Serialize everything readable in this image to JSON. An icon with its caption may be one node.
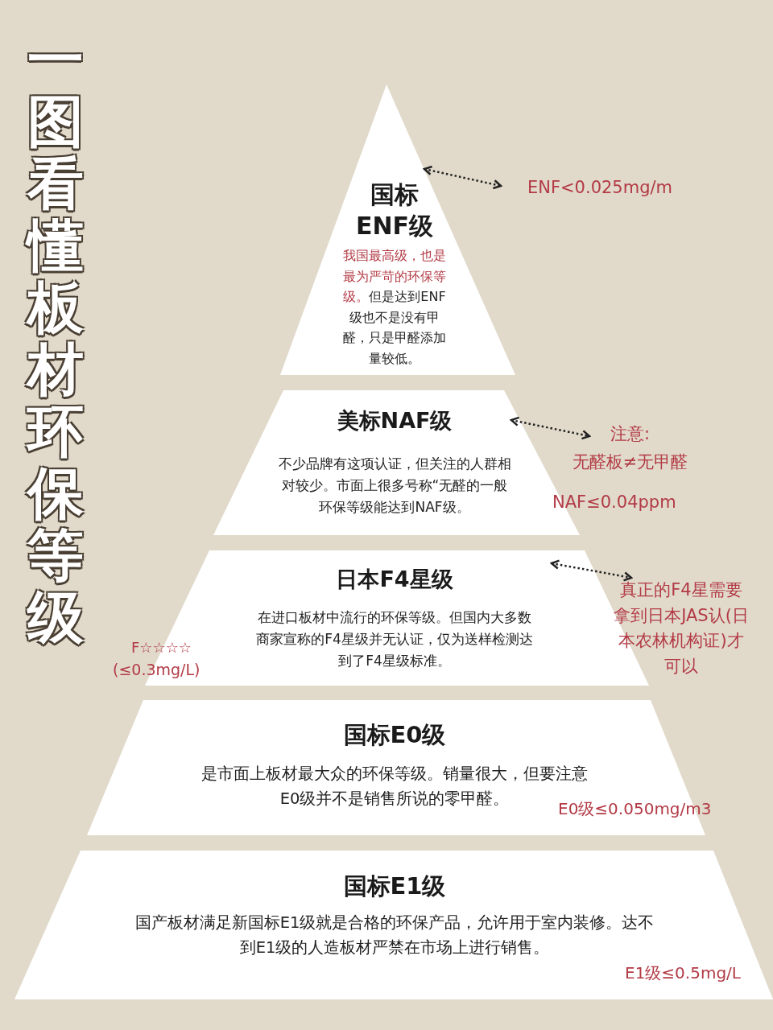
{
  "diagram": {
    "title": "一图看懂板材环保等级",
    "nodes": [
      {
        "text": [
          "国标ENF级",
          "我国最高级，也是最为严苛的环保等级。",
          "但是达到ENF级也不是没有甲醛，只是甲醛添加量较低。"
        ]
      },
      {
        "text": [
          "美标NAF级",
          "不少品牌有这项认证，但关注的人群相对较少。市面上很多号称“无醛的一般环保等级能达到NAF级。"
        ]
      },
      {
        "text": [
          "日本F4星级",
          "在进口板材中流行的环保等级。但国内大多数商家宣称的F4星级并无认证，仅为送样检测达到了F4星级标准。"
        ]
      },
      {
        "text": [
          "国标E0级",
          "是市面上板材最大众的环保等级。销量很大，但要注意E0级并不是销售所说的零甲醛。"
        ]
      },
      {
        "text": [
          "国标E1级",
          "国产板材满足新国标E1级就是合格的环保产品，允许用于室内装修。达不到E1级的人造板材严禁在市场上进行销售。"
        ]
      },
      {
        "text": [
          "ENF<0.025mg/m"
        ]
      },
      {
        "text": [
          "注意:",
          "无醛板≠无甲醛"
        ]
      },
      {
        "text": [
          "真正的F4星需要拿到日本JAS认(日本农林机构证)才可以"
        ]
      }
    ],
    "edges": [
      {
        "from": 0,
        "to": 5,
        "arrow": "both",
        "style": "dashed"
      },
      {
        "from": 1,
        "to": 6,
        "arrow": "both",
        "style": "dashed"
      },
      {
        "from": 2,
        "to": 7,
        "arrow": "both",
        "style": "dashed"
      }
    ],
    "labels": [
      "NAF≤0.04ppm",
      "F☆☆☆☆",
      "(≤0.3mg/L)",
      "E0级≤0.050mg/m3",
      "E1级≤0.5mg/L"
    ]
  }
}
